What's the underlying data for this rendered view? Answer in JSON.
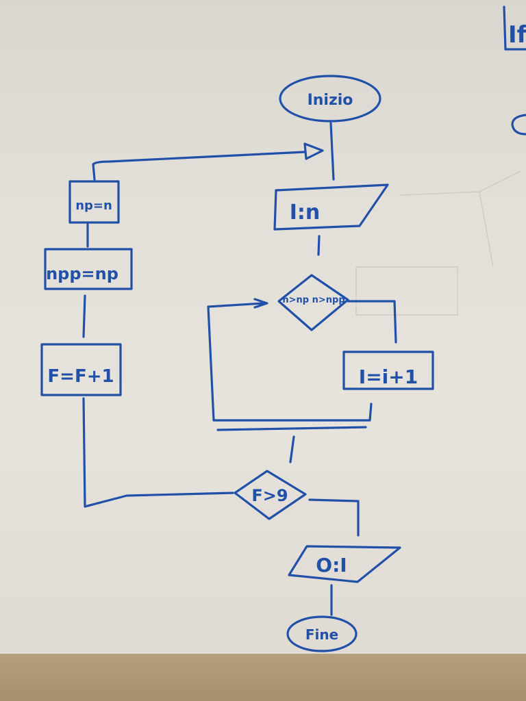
{
  "diagram": {
    "nodes": {
      "start": "Inizio",
      "input": "I:n",
      "loop_condition": "n>np n>npp",
      "increment_i": "I=i+1",
      "assign_np": "np=n",
      "assign_npp": "npp=np",
      "increment_f": "F=F+1",
      "decision": "F>9",
      "output": "O:I",
      "end": "Fine"
    },
    "margin_note": "If"
  },
  "colors": {
    "ink": "#2150a8",
    "paper": "#e3e0d9",
    "table": "#a88f6c"
  }
}
